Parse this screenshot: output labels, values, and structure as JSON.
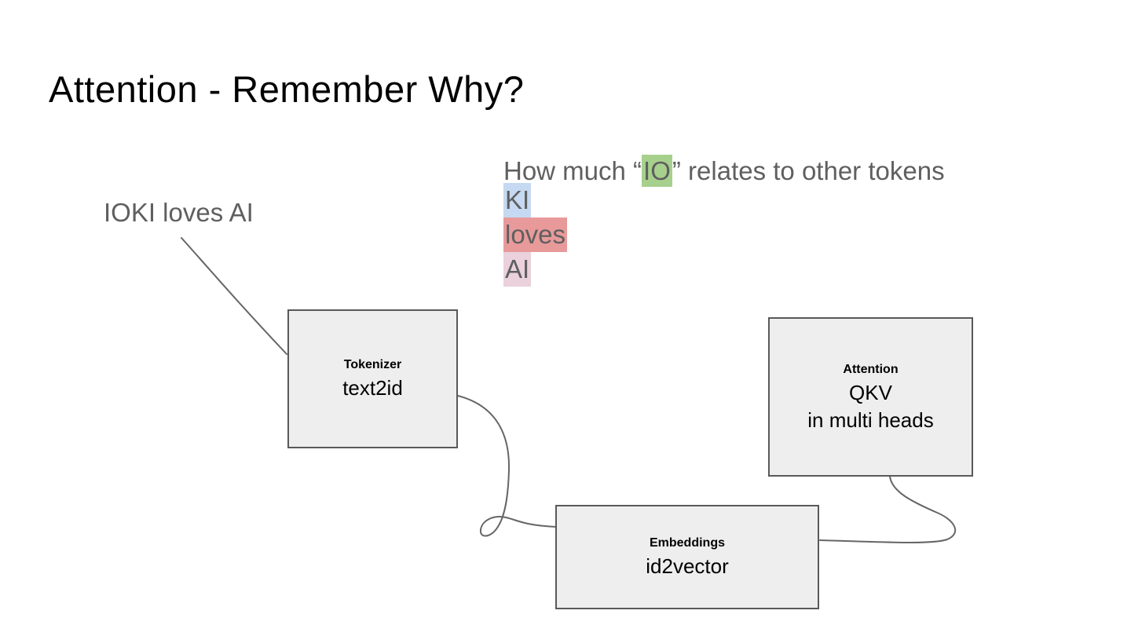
{
  "slide": {
    "title": "Attention - Remember Why?",
    "input_sentence": "IOKI loves AI",
    "question": {
      "prefix": "How much “",
      "focus_token": "IO",
      "suffix": "” relates to other tokens"
    },
    "tokens": [
      {
        "text": "KI",
        "highlight": "#c6d9f2"
      },
      {
        "text": "loves",
        "highlight": "#e89a9a"
      },
      {
        "text": "AI",
        "highlight": "#ead1dc"
      }
    ],
    "boxes": {
      "tokenizer": {
        "label": "Tokenizer",
        "title": "text2id"
      },
      "embeddings": {
        "label": "Embeddings",
        "title": "id2vector"
      },
      "attention": {
        "label": "Attention",
        "title": "QKV",
        "subtitle": "in multi heads"
      }
    },
    "colors": {
      "focus_highlight": "#a7d08d",
      "body_text": "#5f5f5f",
      "box_fill": "#eeeeee",
      "box_border": "#595959",
      "connector": "#666666"
    }
  }
}
